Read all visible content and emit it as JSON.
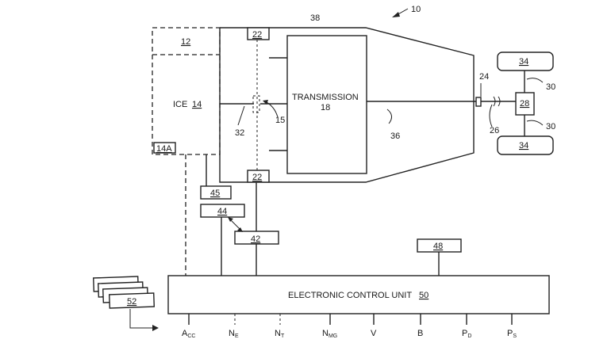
{
  "figure": {
    "ref_10": "10",
    "ref_38": "38",
    "engine_box_ref": "12",
    "ice_label": "ICE",
    "ice_ref": "14",
    "ice_sub_ref": "14A",
    "clutch_ref": "15",
    "shaft_ref_32": "32",
    "actuator_top_ref": "22",
    "actuator_bottom_ref": "22",
    "transmission_label": "TRANSMISSION",
    "transmission_ref": "18",
    "output_shaft_ref": "36",
    "joint_ref": "24",
    "axle_ref": "26",
    "diff_ref": "28",
    "wheel_top_ref": "34",
    "wheel_bottom_ref": "34",
    "wheel_axle_ref_top": "30",
    "wheel_axle_ref_bottom": "30",
    "box_45": "45",
    "box_44": "44",
    "box_42": "42",
    "box_48": "48",
    "box_52": "52",
    "ecu_label": "ELECTRONIC CONTROL UNIT",
    "ecu_ref": "50"
  },
  "signals": [
    {
      "base": "A",
      "sub": "CC"
    },
    {
      "base": "N",
      "sub": "E"
    },
    {
      "base": "N",
      "sub": "T"
    },
    {
      "base": "N",
      "sub": "MG"
    },
    {
      "base": "V",
      "sub": ""
    },
    {
      "base": "B",
      "sub": ""
    },
    {
      "base": "P",
      "sub": "D"
    },
    {
      "base": "P",
      "sub": "S"
    }
  ]
}
